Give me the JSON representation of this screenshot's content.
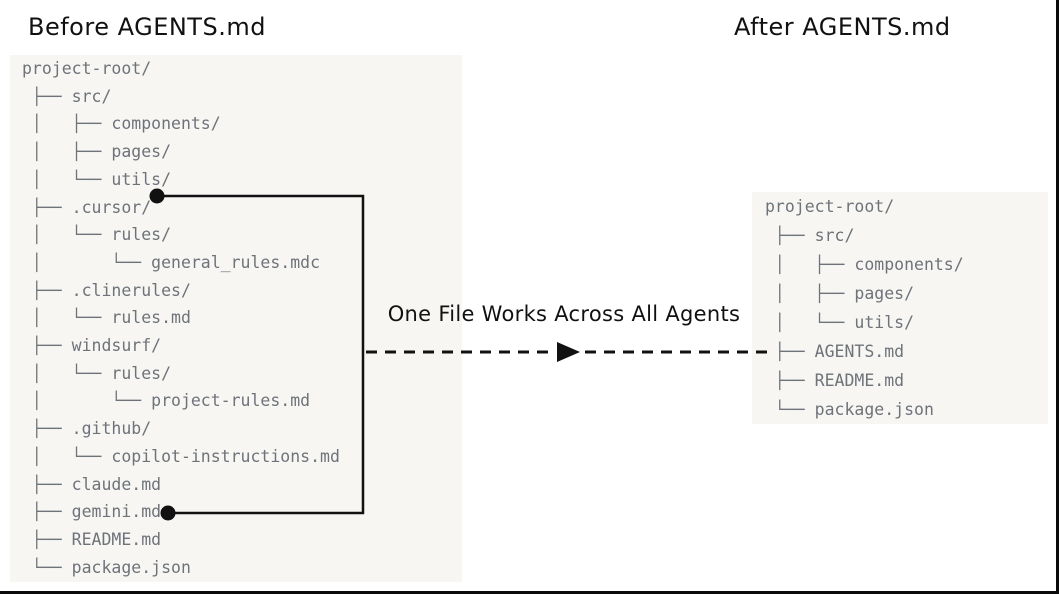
{
  "titles": {
    "before": "Before AGENTS.md",
    "after": "After AGENTS.md"
  },
  "arrow": {
    "label": "One File Works Across All Agents"
  },
  "before_tree": {
    "root": "project-root/",
    "lines": [
      "project-root/",
      " ├── src/",
      " │   ├── components/",
      " │   ├── pages/",
      " │   └── utils/",
      " ├── .cursor/",
      " │   └── rules/",
      " │       └── general_rules.mdc",
      " ├── .clinerules/",
      " │   └── rules.md",
      " ├── windsurf/",
      " │   └── rules/",
      " │       └── project-rules.md",
      " ├── .github/",
      " │   └── copilot-instructions.md",
      " ├── claude.md",
      " ├── gemini.md",
      " ├── README.md",
      " └── package.json"
    ]
  },
  "after_tree": {
    "root": "project-root/",
    "lines": [
      "project-root/",
      " ├── src/",
      " │   ├── components/",
      " │   ├── pages/",
      " │   └── utils/",
      " ├── AGENTS.md",
      " ├── README.md",
      " └── package.json"
    ]
  },
  "connector": {
    "bracket_links": [
      ".cursor/",
      "gemini.md"
    ],
    "arrow_points_to": "AGENTS.md"
  },
  "colors": {
    "title_text": "#111111",
    "tree_text": "#6e737a",
    "panel_bg": "#f7f6f3",
    "connector": "#111111"
  }
}
